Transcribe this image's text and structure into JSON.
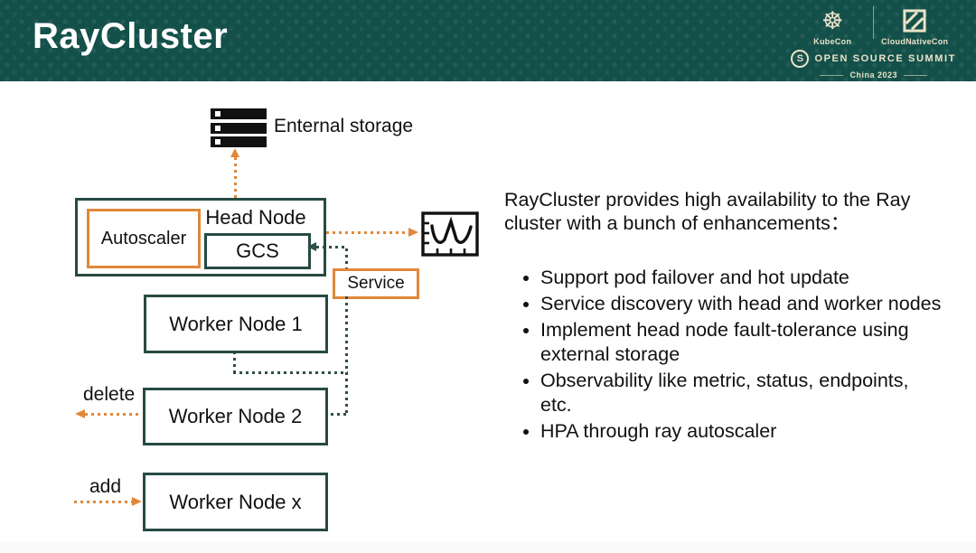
{
  "slide": {
    "title": "RayCluster"
  },
  "branding": {
    "kubecon_glyph": "☸",
    "oss_glyph": "S",
    "kubecon_label": "KubeCon",
    "cloudnativecon_label": "CloudNativeCon",
    "summit_label": "OPEN SOURCE SUMMIT",
    "location_label": "China 2023"
  },
  "diagram": {
    "storage_label": "Enternal storage",
    "head_node_label": "Head Node",
    "autoscaler_label": "Autoscaler",
    "gcs_label": "GCS",
    "service_label": "Service",
    "worker1_label": "Worker Node 1",
    "worker2_label": "Worker Node 2",
    "workerx_label": "Worker Node x",
    "delete_label": "delete",
    "add_label": "add"
  },
  "description": {
    "intro": "RayCluster provides high availability to the Ray cluster with a bunch of enhancements：",
    "bullets": [
      "Support pod failover and hot update",
      "Service discovery with head and worker nodes",
      "Implement head node fault-tolerance using external storage",
      "Observability like metric, status, endpoints, etc.",
      "HPA through ray autoscaler"
    ]
  },
  "colors": {
    "header_bg": "#14504a",
    "brand_cream": "#eae2c8",
    "accent_orange": "#e0883a",
    "node_border_teal": "#264a43",
    "connector_teal": "#2d4f48",
    "text": "#111111"
  }
}
